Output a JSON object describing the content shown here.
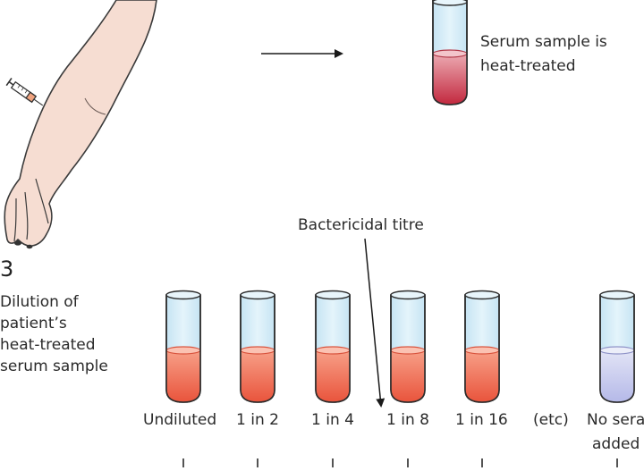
{
  "heat_step": {
    "label_line1": "Serum sample is",
    "label_line2": "heat-treated"
  },
  "dilution_step": {
    "number": "3",
    "lines": [
      "Dilution of",
      "patient’s",
      "heat-treated",
      "serum sample"
    ]
  },
  "titre_label": "Bactericidal titre",
  "tubes": [
    {
      "label": "Undiluted",
      "fill": "red"
    },
    {
      "label": "1 in 2",
      "fill": "red"
    },
    {
      "label": "1 in 4",
      "fill": "red"
    },
    {
      "label": "1 in 8",
      "fill": "red"
    },
    {
      "label": "1 in 16",
      "fill": "red"
    }
  ],
  "etc_label": "(etc)",
  "control_tube": {
    "label_line1": "No sera",
    "label_line2": "added",
    "fill": "blue"
  },
  "colors": {
    "tube_glass": "#d4ecf7",
    "tube_outline": "#2b2b2b",
    "red_fill_top": "#f7a088",
    "red_fill_bottom": "#e9543c",
    "serum_top": "#e9a0a8",
    "serum_bottom": "#c2283e",
    "blue_fill_top": "#dde0f4",
    "blue_fill_bottom": "#b9bde9",
    "skin": "#f6ddd2"
  }
}
